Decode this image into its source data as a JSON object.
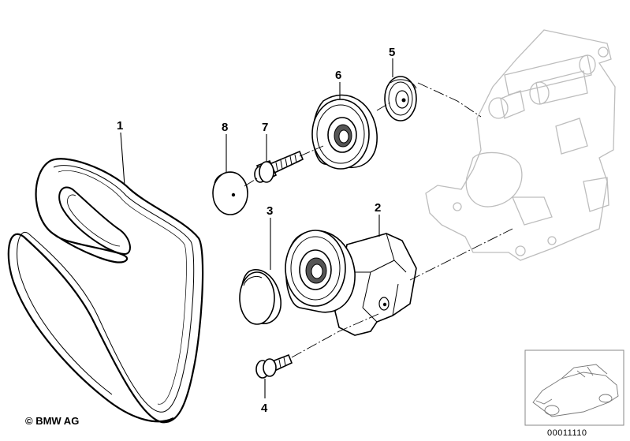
{
  "callouts": [
    {
      "id": "1",
      "label": "1"
    },
    {
      "id": "2",
      "label": "2"
    },
    {
      "id": "3",
      "label": "3"
    },
    {
      "id": "4",
      "label": "4"
    },
    {
      "id": "5",
      "label": "5"
    },
    {
      "id": "6",
      "label": "6"
    },
    {
      "id": "7",
      "label": "7"
    },
    {
      "id": "8",
      "label": "8"
    }
  ],
  "copyright": "© BMW AG",
  "document_number": "00011110"
}
